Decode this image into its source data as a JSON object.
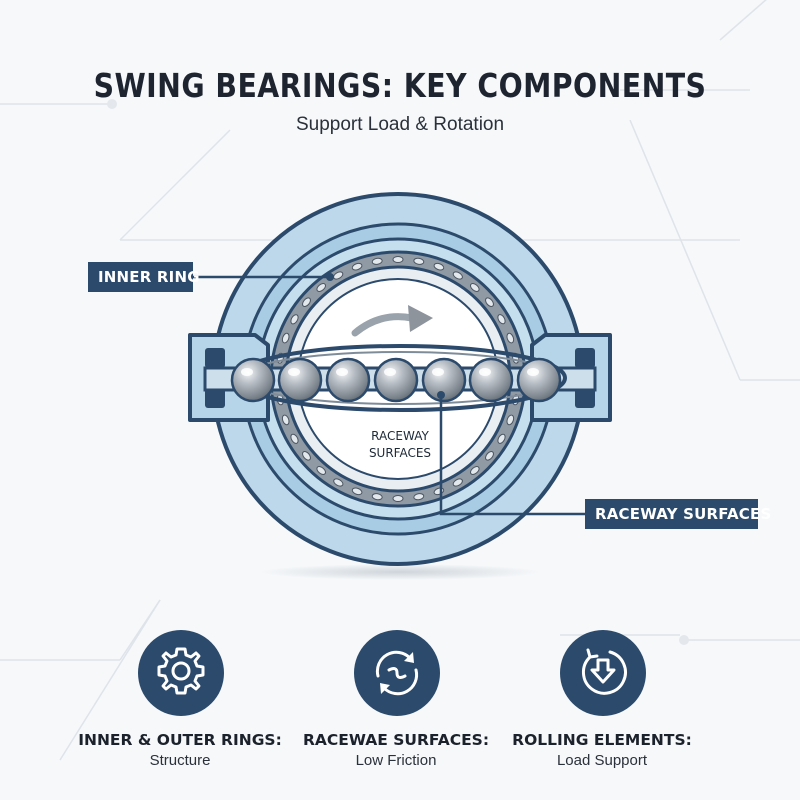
{
  "header": {
    "title": "SWING BEARINGS: KEY COMPONENTS",
    "subtitle": "Support Load & Rotation"
  },
  "diagram": {
    "callout_inner_ring": "INNER RING",
    "callout_raceway": "RACEWAY SURFACES",
    "center_label_line1": "RACEWAY",
    "center_label_line2": "SURFACES",
    "rotation_arrow": "rotation-arrow-icon"
  },
  "features": [
    {
      "icon": "gear-icon",
      "title": "INNER & OUTER RINGS:",
      "subtitle": "Structure"
    },
    {
      "icon": "rotate-arrows-icon",
      "title": "RACEWAE SURFACES:",
      "subtitle": "Low Friction"
    },
    {
      "icon": "down-arrow-cycle-icon",
      "title": "ROLLING ELEMENTS:",
      "subtitle": "Load Support"
    }
  ],
  "colors": {
    "navy": "#2c4a6b",
    "ring_light": "#bcd8ea",
    "ring_mid": "#9cc3dd",
    "background": "#f6f8fa"
  }
}
